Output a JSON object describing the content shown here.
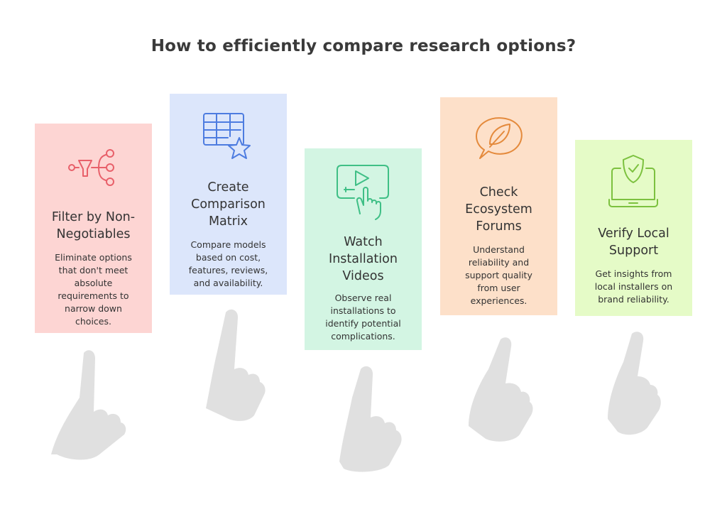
{
  "title": "How to efficiently compare research options?",
  "cards": [
    {
      "heading": "Filter by Non-Negotiables",
      "heading_lines": [
        "Filter by Non-",
        "Negotiables"
      ],
      "description_lines": [
        "Eliminate options",
        "that don't meet",
        "absolute",
        "requirements to",
        "narrow down",
        "choices."
      ],
      "icon": "filter-funnel-icon",
      "color": "#fdd5d3",
      "accent": "#e8606a"
    },
    {
      "heading": "Create Comparison Matrix",
      "heading_lines": [
        "Create",
        "Comparison",
        "Matrix"
      ],
      "description_lines": [
        "Compare models",
        "based on cost,",
        "features, reviews,",
        "and availability."
      ],
      "icon": "table-star-icon",
      "color": "#dce6fb",
      "accent": "#4d7ce0"
    },
    {
      "heading": "Watch Installation Videos",
      "heading_lines": [
        "Watch",
        "Installation",
        "Videos"
      ],
      "description_lines": [
        "Observe real",
        "installations to",
        "identify potential",
        "complications."
      ],
      "icon": "video-touch-icon",
      "color": "#d3f5e3",
      "accent": "#3fbf86"
    },
    {
      "heading": "Check Ecosystem Forums",
      "heading_lines": [
        "Check",
        "Ecosystem",
        "Forums"
      ],
      "description_lines": [
        "Understand",
        "reliability and",
        "support quality",
        "from user",
        "experiences."
      ],
      "icon": "leaf-chat-icon",
      "color": "#fde0c9",
      "accent": "#e48a3c"
    },
    {
      "heading": "Verify Local Support",
      "heading_lines": [
        "Verify Local",
        "Support"
      ],
      "description_lines": [
        "Get insights from",
        "local installers on",
        "brand reliability."
      ],
      "icon": "laptop-shield-icon",
      "color": "#e5fbc7",
      "accent": "#7cc13f"
    }
  ]
}
